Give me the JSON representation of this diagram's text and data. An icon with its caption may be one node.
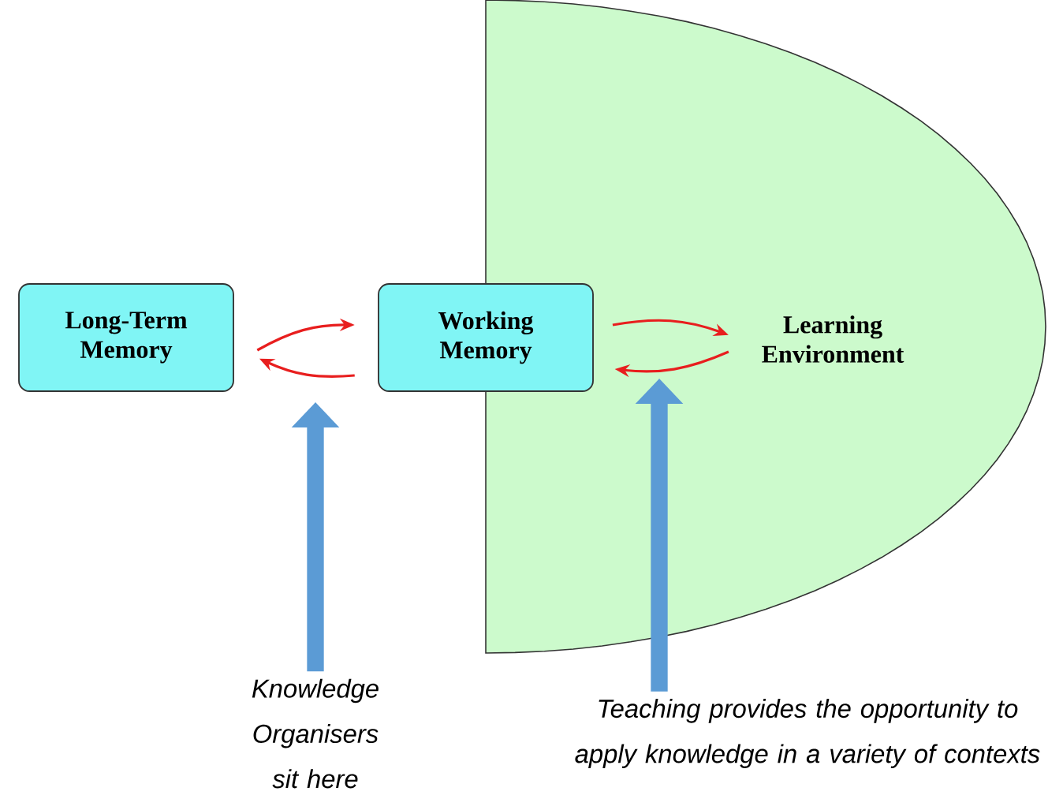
{
  "diagram": {
    "nodes": [
      {
        "text": [
          "Long-Term Memory"
        ]
      },
      {
        "text": [
          "Working Memory"
        ]
      },
      {
        "text": [
          "Learning Environment"
        ]
      },
      {
        "text": [
          "Knowledge Organisers sit here"
        ]
      },
      {
        "text": [
          "Teaching provides the opportunity to apply knowledge in a variety of contexts"
        ]
      }
    ],
    "edges": [
      {
        "from": 0,
        "to": 1,
        "arrow": "to"
      },
      {
        "from": 1,
        "to": 0,
        "arrow": "to"
      },
      {
        "from": 1,
        "to": 2,
        "arrow": "to"
      },
      {
        "from": 2,
        "to": 1,
        "arrow": "to"
      },
      {
        "from": 3,
        "to": null,
        "arrow": "to",
        "style": "thick",
        "color": "#5b9bd5"
      },
      {
        "from": 4,
        "to": null,
        "arrow": "to",
        "style": "thick",
        "color": "#5b9bd5"
      }
    ]
  }
}
